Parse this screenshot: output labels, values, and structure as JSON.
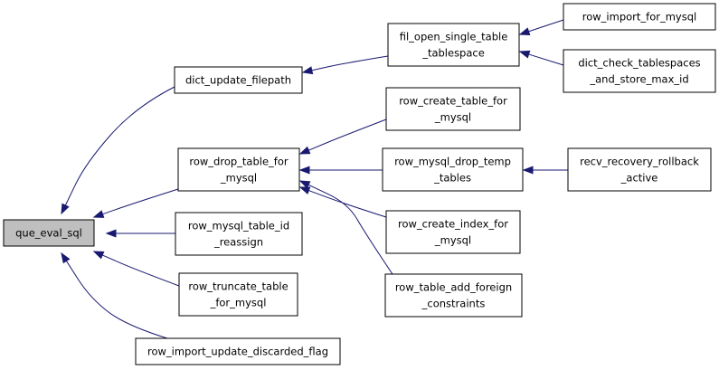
{
  "colors": {
    "edge": "#191970",
    "root_fill": "#bfbfbf",
    "node_fill": "#ffffff",
    "node_border": "#000000"
  },
  "nodes": {
    "que_eval_sql": [
      "que_eval_sql"
    ],
    "dict_update_filepath": [
      "dict_update_filepath"
    ],
    "fil_open_single_table_tablespace": [
      "fil_open_single_table",
      "_tablespace"
    ],
    "row_import_for_mysql": [
      "row_import_for_mysql"
    ],
    "dict_check_tablespaces_and_store_max_id": [
      "dict_check_tablespaces",
      "_and_store_max_id"
    ],
    "row_drop_table_for_mysql": [
      "row_drop_table_for",
      "_mysql"
    ],
    "row_create_table_for_mysql": [
      "row_create_table_for",
      "_mysql"
    ],
    "row_mysql_drop_temp_tables": [
      "row_mysql_drop_temp",
      "_tables"
    ],
    "recv_recovery_rollback_active": [
      "recv_recovery_rollback",
      "_active"
    ],
    "row_create_index_for_mysql": [
      "row_create_index_for",
      "_mysql"
    ],
    "row_table_add_foreign_constraints": [
      "row_table_add_foreign",
      "_constraints"
    ],
    "row_mysql_table_id_reassign": [
      "row_mysql_table_id",
      "_reassign"
    ],
    "row_truncate_table_for_mysql": [
      "row_truncate_table",
      "_for_mysql"
    ],
    "row_import_update_discarded_flag": [
      "row_import_update_discarded_flag"
    ]
  },
  "edges": [
    [
      "dict_update_filepath",
      "que_eval_sql"
    ],
    [
      "row_drop_table_for_mysql",
      "que_eval_sql"
    ],
    [
      "row_mysql_table_id_reassign",
      "que_eval_sql"
    ],
    [
      "row_truncate_table_for_mysql",
      "que_eval_sql"
    ],
    [
      "row_import_update_discarded_flag",
      "que_eval_sql"
    ],
    [
      "fil_open_single_table_tablespace",
      "dict_update_filepath"
    ],
    [
      "row_import_for_mysql",
      "fil_open_single_table_tablespace"
    ],
    [
      "dict_check_tablespaces_and_store_max_id",
      "fil_open_single_table_tablespace"
    ],
    [
      "row_create_table_for_mysql",
      "row_drop_table_for_mysql"
    ],
    [
      "row_mysql_drop_temp_tables",
      "row_drop_table_for_mysql"
    ],
    [
      "row_create_index_for_mysql",
      "row_drop_table_for_mysql"
    ],
    [
      "row_table_add_foreign_constraints",
      "row_drop_table_for_mysql"
    ],
    [
      "recv_recovery_rollback_active",
      "row_mysql_drop_temp_tables"
    ]
  ]
}
